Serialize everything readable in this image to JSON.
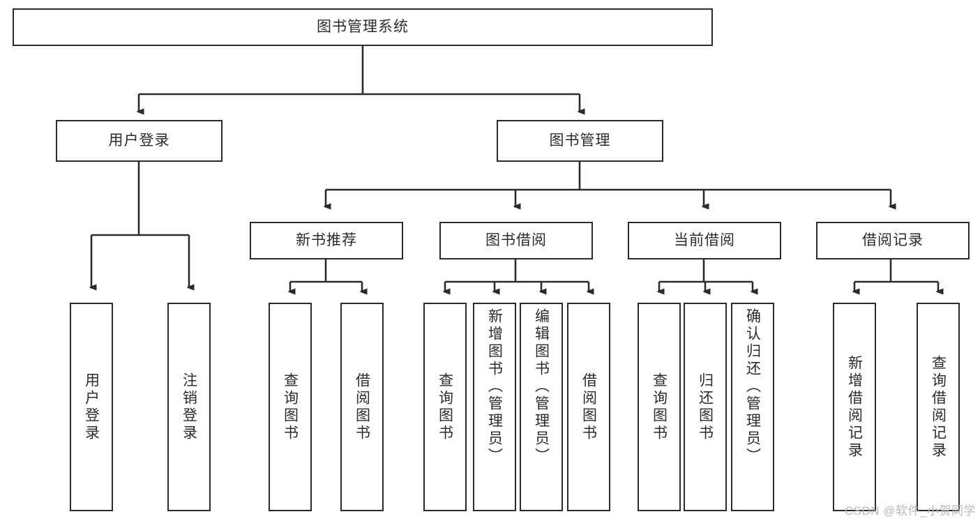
{
  "diagram": {
    "title": "图书管理系统",
    "type": "tree-hierarchy",
    "background_color": "#ffffff",
    "line_color": "#2b2b2b",
    "box_fill": "#ffffff",
    "root": {
      "label": "图书管理系统"
    },
    "level2": [
      {
        "label": "用户登录"
      },
      {
        "label": "图书管理"
      }
    ],
    "level3": [
      {
        "label": "新书推荐"
      },
      {
        "label": "图书借阅"
      },
      {
        "label": "当前借阅"
      },
      {
        "label": "借阅记录"
      }
    ],
    "leaves": {
      "user_login": [
        {
          "label": "用户登录"
        },
        {
          "label": "注销登录"
        }
      ],
      "new_book_recommend": [
        {
          "label": "查询图书"
        },
        {
          "label": "借阅图书"
        }
      ],
      "book_borrow": [
        {
          "label": "查询图书"
        },
        {
          "label": "新增图书（管理员）"
        },
        {
          "label": "编辑图书（管理员）"
        },
        {
          "label": "借阅图书"
        }
      ],
      "current_borrow": [
        {
          "label": "查询图书"
        },
        {
          "label": "归还图书"
        },
        {
          "label": "确认归还（管理员）"
        }
      ],
      "borrow_record": [
        {
          "label": "新增借阅记录"
        },
        {
          "label": "查询借阅记录"
        }
      ]
    }
  },
  "watermark": {
    "text": "CSDN @软件_小贺同学"
  }
}
